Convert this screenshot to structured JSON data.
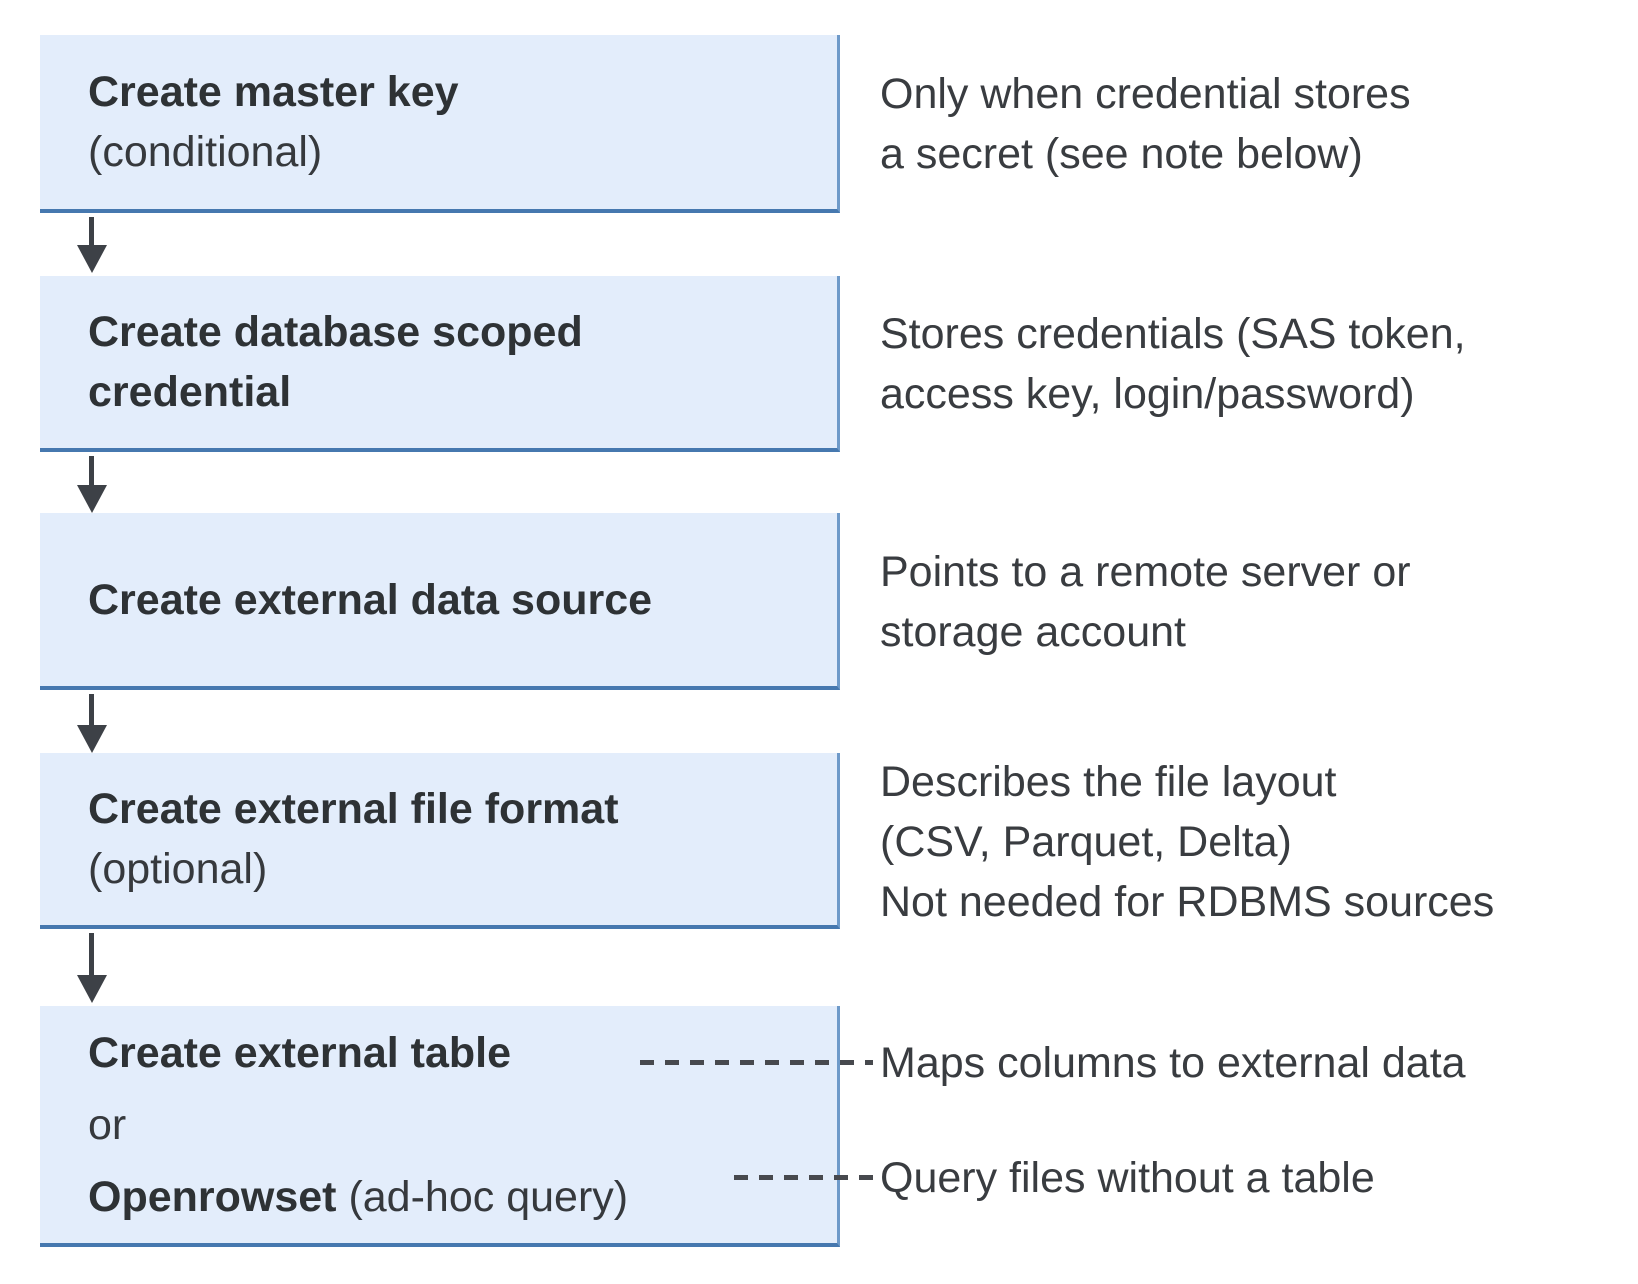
{
  "colors": {
    "box_fill": "#e3edfb",
    "box_border_bottom": "#4678af",
    "box_border_right": "#6e9ac9",
    "arrow": "#3d4147",
    "title_text": "#2e3235",
    "note_text": "#393c40",
    "dash": "#47494e"
  },
  "diagram": {
    "steps": [
      {
        "title": "Create master key",
        "qualifier": "(conditional)",
        "note": "Only when credential stores\na secret (see note below)"
      },
      {
        "title": "Create database scoped credential",
        "note": "Stores credentials (SAS token,\naccess key, login/password)"
      },
      {
        "title": "Create external data source",
        "note": "Points to a remote server or\nstorage account"
      },
      {
        "title": "Create external file format",
        "qualifier": "(optional)",
        "note": "Describes the file layout\n(CSV, Parquet, Delta)\nNot needed for RDBMS sources"
      },
      {
        "title": "Create external table",
        "conjunction": "or",
        "alt_title": "Openrowset",
        "alt_qualifier": "(ad-hoc query)",
        "note_table": "Maps columns to external data",
        "note_openrowset": "Query files without a table"
      }
    ]
  }
}
